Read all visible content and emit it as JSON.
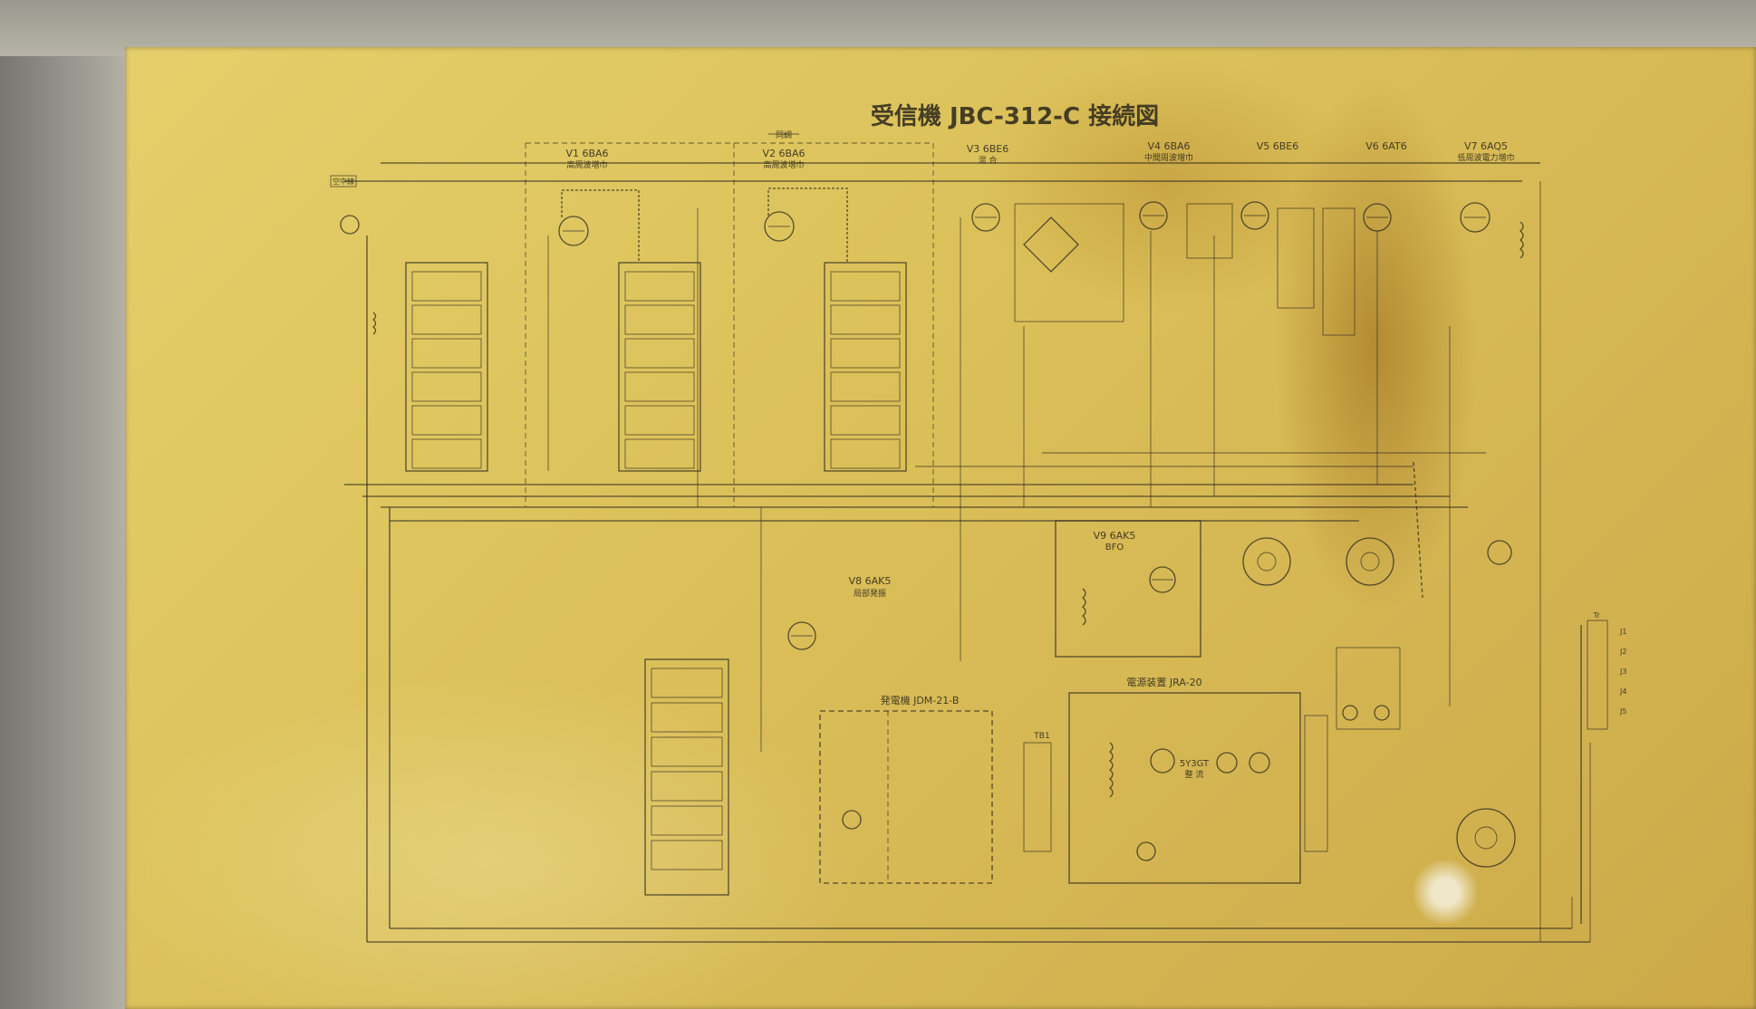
{
  "title": "受信機 JBC-312-C 接続図",
  "headers": {
    "v1": "V1 6BA6",
    "v1_sub": "高周波増巾",
    "v2": "V2 6BA6",
    "v2_sub": "高周波増巾",
    "v3": "V3 6BE6",
    "v3_sub": "混 合",
    "v4": "V4 6BA6",
    "v4_sub": "中間周波増巾",
    "v5": "V5 6BE6",
    "v6": "V6 6AT6",
    "v7": "V7 6AQ5",
    "v7_sub": "低周波電力増巾",
    "v8": "V8 6AK5",
    "v8_sub": "局部発振",
    "v9": "V9 6AK5",
    "v9_sub": "BFO",
    "top_box": "同調"
  },
  "blocks": {
    "power": "電源装置 JRA-20",
    "rectifier": "5Y3GT",
    "rectifier_sub": "整 流",
    "osc_unit": "発電機 JDM-21-B",
    "tb": "TB1"
  },
  "side_labels": [
    "空中線",
    "Tr",
    "J1",
    "J2",
    "J3",
    "J4",
    "J5"
  ],
  "colors": {
    "paper": "#dcc15a",
    "ink": "#2e2a20",
    "stain": "#a8721f"
  }
}
